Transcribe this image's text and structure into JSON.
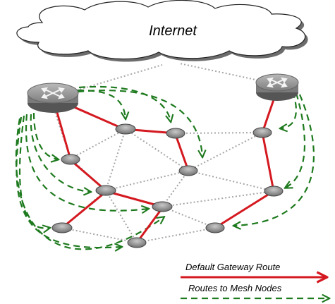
{
  "cloud": {
    "label": "Internet"
  },
  "legend": {
    "default_route": "Default Gateway Route",
    "mesh_routes": "Routes to Mesh Nodes"
  },
  "colors": {
    "default_route": "#d41920",
    "mesh_route": "#1e7a1e",
    "mesh_link": "#a6a6a6",
    "node_fill": "#8e8e8e",
    "router_body": "#7a7a7a"
  },
  "nodes": [
    "gateway-left",
    "gateway-right",
    "n1",
    "n2",
    "n3",
    "n4",
    "n5",
    "n6",
    "n7",
    "n8",
    "n9",
    "n10",
    "n11"
  ]
}
